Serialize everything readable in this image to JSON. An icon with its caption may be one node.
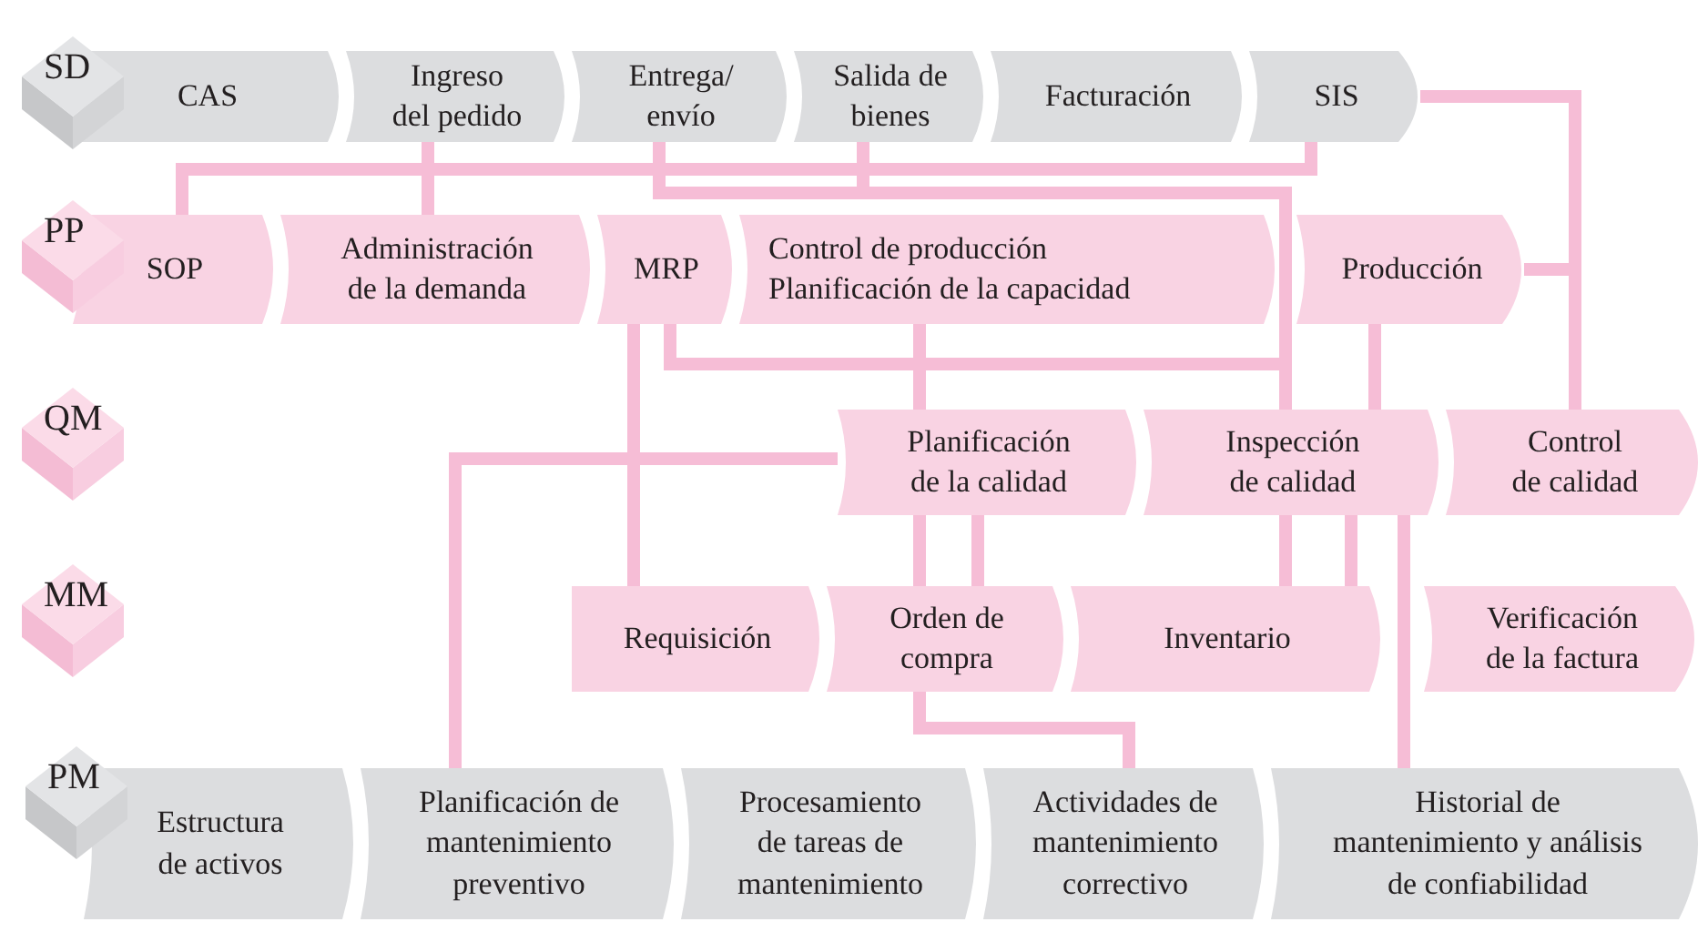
{
  "diagram": {
    "nodes": [
      {
        "text": [
          "SD"
        ]
      },
      {
        "text": [
          "CAS"
        ]
      },
      {
        "text": [
          "Ingreso del pedido"
        ]
      },
      {
        "text": [
          "Entrega/ envío"
        ]
      },
      {
        "text": [
          "Salida de bienes"
        ]
      },
      {
        "text": [
          "Facturación"
        ]
      },
      {
        "text": [
          "SIS"
        ]
      },
      {
        "text": [
          "PP"
        ]
      },
      {
        "text": [
          "SOP"
        ]
      },
      {
        "text": [
          "Administración de la demanda"
        ]
      },
      {
        "text": [
          "MRP"
        ]
      },
      {
        "text": [
          "Control de producción",
          "Planificación de la capacidad"
        ]
      },
      {
        "text": [
          "Producción"
        ]
      },
      {
        "text": [
          "QM"
        ]
      },
      {
        "text": [
          "Planificación de la calidad"
        ]
      },
      {
        "text": [
          "Inspección de calidad"
        ]
      },
      {
        "text": [
          "Control de calidad"
        ]
      },
      {
        "text": [
          "MM"
        ]
      },
      {
        "text": [
          "Requisición"
        ]
      },
      {
        "text": [
          "Orden de compra"
        ]
      },
      {
        "text": [
          "Inventario"
        ]
      },
      {
        "text": [
          "Verificación de la factura"
        ]
      },
      {
        "text": [
          "PM"
        ]
      },
      {
        "text": [
          "Estructura de activos"
        ]
      },
      {
        "text": [
          "Planificación de mantenimiento preventivo"
        ]
      },
      {
        "text": [
          "Procesamiento de tareas de mantenimiento"
        ]
      },
      {
        "text": [
          "Actividades de mantenimiento correctivo"
        ]
      },
      {
        "text": [
          "Historial de mantenimiento y análisis de confiabilidad"
        ]
      }
    ],
    "edges": [
      {
        "from": 8,
        "to": 6,
        "arrow": "none"
      },
      {
        "from": 2,
        "to": 9,
        "arrow": "none"
      },
      {
        "from": 3,
        "to": 15,
        "arrow": "none"
      },
      {
        "from": 4,
        "to": 15,
        "arrow": "none"
      },
      {
        "from": 10,
        "to": 15,
        "arrow": "none"
      },
      {
        "from": 11,
        "to": 14,
        "arrow": "none"
      },
      {
        "from": 12,
        "to": 15,
        "arrow": "none"
      },
      {
        "from": 6,
        "to": 16,
        "arrow": "none"
      },
      {
        "from": 12,
        "to": 16,
        "arrow": "none"
      },
      {
        "from": 10,
        "to": 18,
        "arrow": "none"
      },
      {
        "from": 24,
        "to": 14,
        "arrow": "none"
      },
      {
        "from": 14,
        "to": 19,
        "arrow": "none"
      },
      {
        "from": 14,
        "to": 19,
        "arrow": "none"
      },
      {
        "from": 15,
        "to": 20,
        "arrow": "none"
      },
      {
        "from": 15,
        "to": 20,
        "arrow": "none"
      },
      {
        "from": 15,
        "to": 27,
        "arrow": "none"
      },
      {
        "from": 19,
        "to": 26,
        "arrow": "none"
      }
    ]
  }
}
